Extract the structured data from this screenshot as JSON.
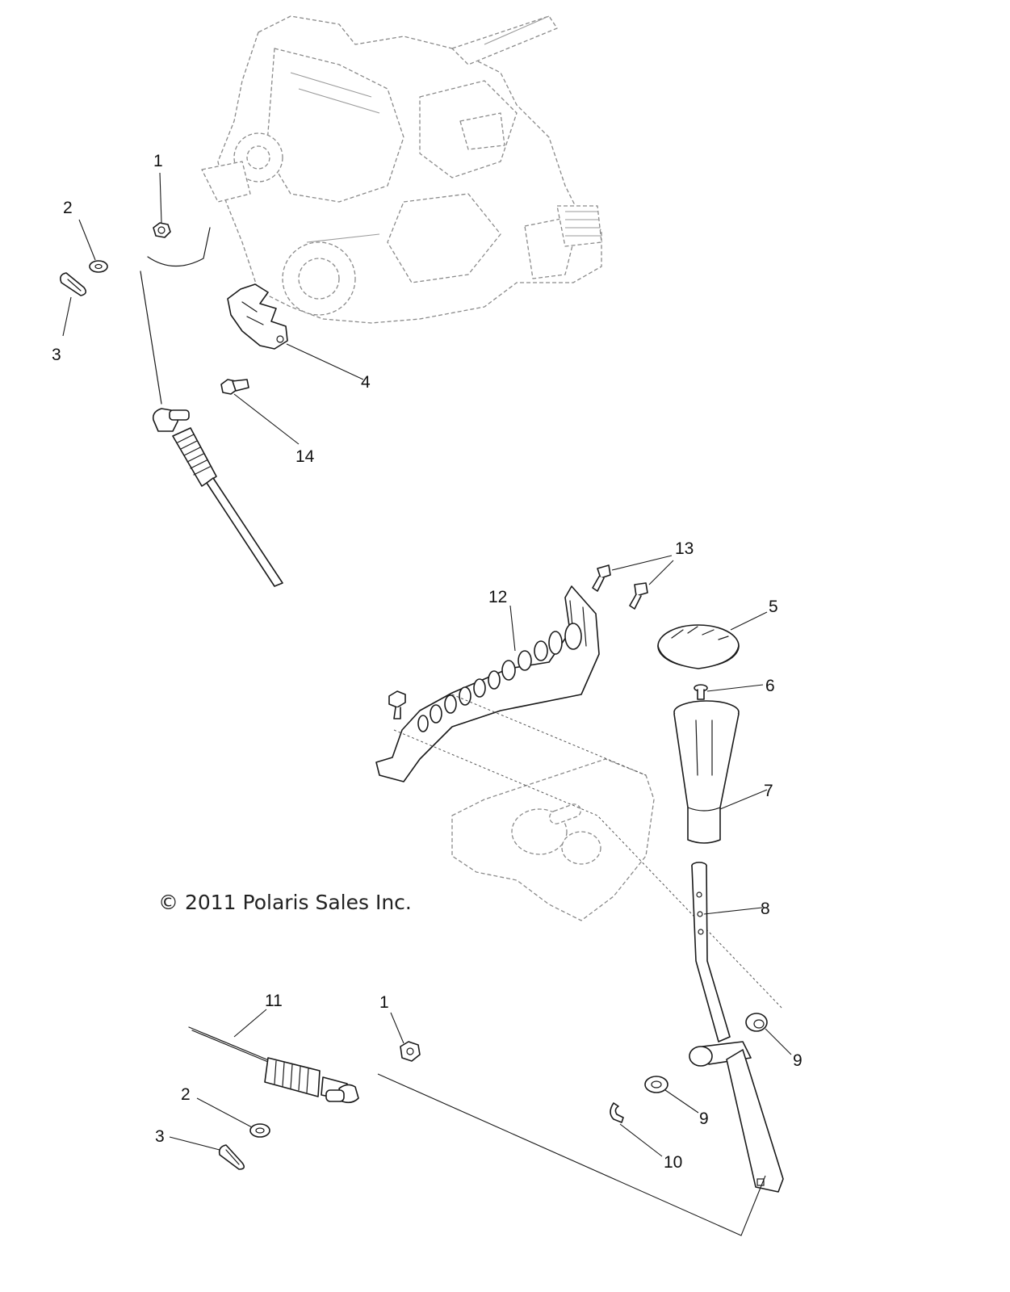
{
  "copyright": "© 2011 Polaris Sales Inc.",
  "callouts": [
    {
      "id": "c1-top",
      "label": "1"
    },
    {
      "id": "c2-top",
      "label": "2"
    },
    {
      "id": "c3-top",
      "label": "3"
    },
    {
      "id": "c4",
      "label": "4"
    },
    {
      "id": "c14",
      "label": "14"
    },
    {
      "id": "c13",
      "label": "13"
    },
    {
      "id": "c12",
      "label": "12"
    },
    {
      "id": "c5",
      "label": "5"
    },
    {
      "id": "c6",
      "label": "6"
    },
    {
      "id": "c7",
      "label": "7"
    },
    {
      "id": "c8",
      "label": "8"
    },
    {
      "id": "c11",
      "label": "11"
    },
    {
      "id": "c1-bottom",
      "label": "1"
    },
    {
      "id": "c2-bottom",
      "label": "2"
    },
    {
      "id": "c3-bottom",
      "label": "3"
    },
    {
      "id": "c9-upper",
      "label": "9"
    },
    {
      "id": "c9-lower",
      "label": "9"
    },
    {
      "id": "c10",
      "label": "10"
    }
  ]
}
